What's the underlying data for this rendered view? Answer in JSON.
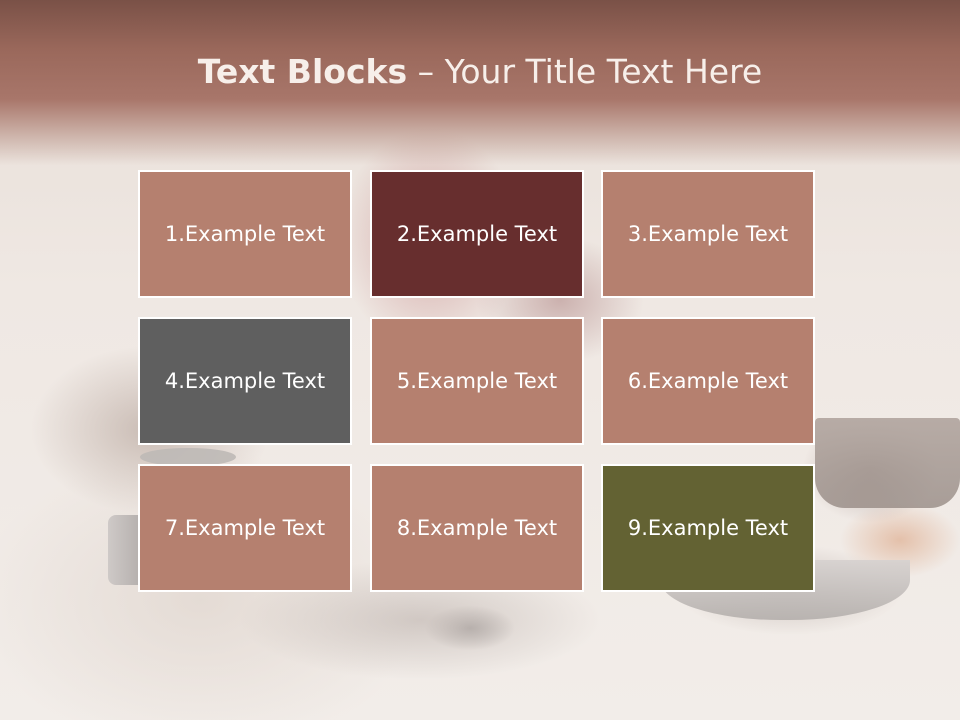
{
  "slide": {
    "title_bold": "Text Blocks",
    "title_dash": " – ",
    "title_rest": "Your Title Text Here",
    "blocks": [
      {
        "label": "1.Example Text",
        "color": "#b5806f"
      },
      {
        "label": "2.Example Text",
        "color": "#672e2e"
      },
      {
        "label": "3.Example Text",
        "color": "#b5806f"
      },
      {
        "label": "4.Example Text",
        "color": "#5f5f5f"
      },
      {
        "label": "5.Example Text",
        "color": "#b5806f"
      },
      {
        "label": "6.Example Text",
        "color": "#b5806f"
      },
      {
        "label": "7.Example Text",
        "color": "#b5806f"
      },
      {
        "label": "8.Example Text",
        "color": "#b5806f"
      },
      {
        "label": "9.Example Text",
        "color": "#636233"
      }
    ]
  }
}
